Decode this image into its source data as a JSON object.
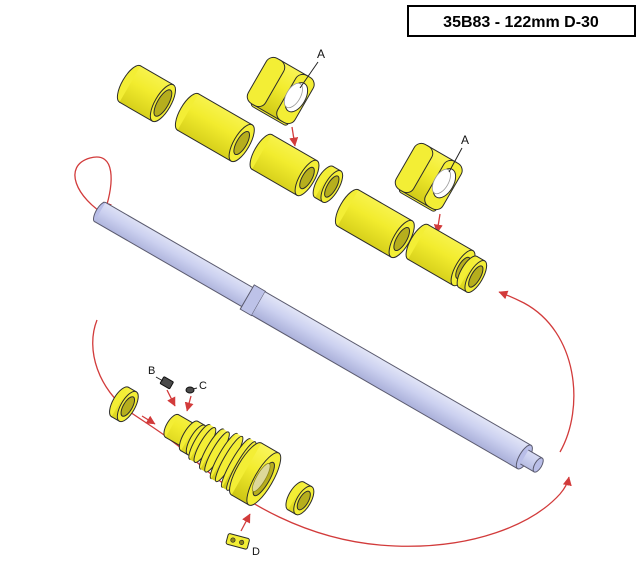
{
  "title": "35B83 - 122mm D-30",
  "labels": {
    "bracket_a_top": "A",
    "bracket_a_right": "A",
    "part_b": "B",
    "part_c": "C",
    "part_d": "D"
  },
  "colors": {
    "part_yellow": "#f2ec2e",
    "part_yellow_dark": "#cdc614",
    "hole_olive": "#b6ae1d",
    "barrel_lavender": "#ccd1f0",
    "callout_red": "#d23b3b",
    "outline": "#2b2b2b"
  }
}
